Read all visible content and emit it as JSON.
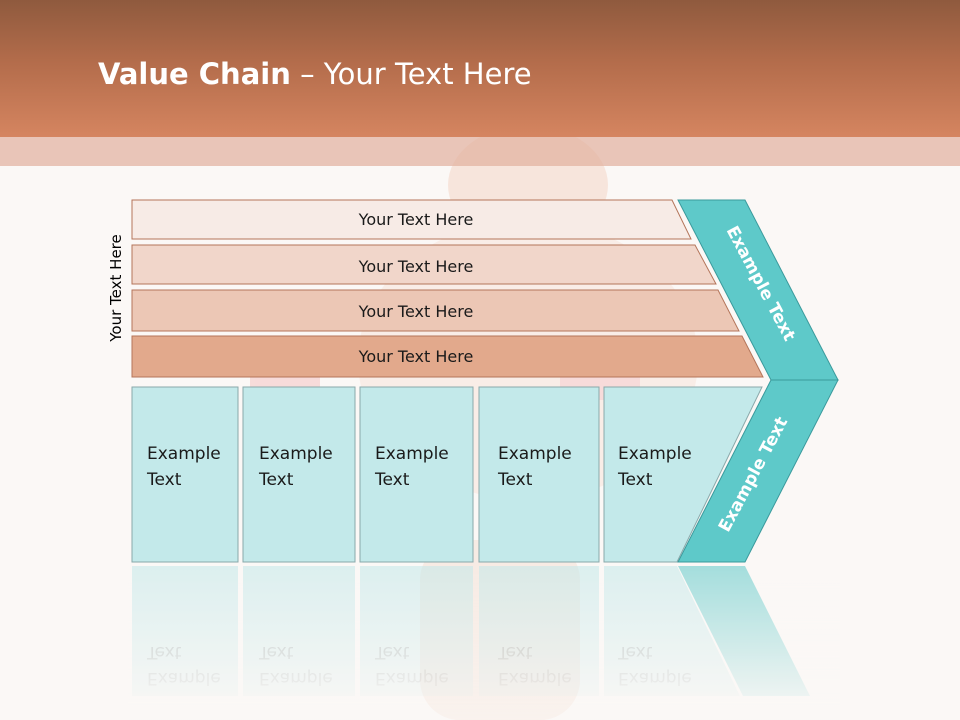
{
  "slide": {
    "title_bold": "Value Chain",
    "title_rest": "– Your Text Here",
    "side_label": "Your Text Here",
    "support_bars": [
      {
        "label": "Your Text Here",
        "color": "#f7ebe6"
      },
      {
        "label": "Your Text Here",
        "color": "#f1d6ca"
      },
      {
        "label": "Your Text Here",
        "color": "#ecc7b5"
      },
      {
        "label": "Your Text Here",
        "color": "#e2a98c"
      }
    ],
    "primary_boxes": [
      {
        "line1": "Example",
        "line2": "Text"
      },
      {
        "line1": "Example",
        "line2": "Text"
      },
      {
        "line1": "Example",
        "line2": "Text"
      },
      {
        "line1": "Example",
        "line2": "Text"
      },
      {
        "line1": "Example",
        "line2": "Text"
      }
    ],
    "chevron_upper": "Example Text",
    "chevron_lower": "Example Text",
    "colors": {
      "header": "#c57a55",
      "teal": "#5ec9c9",
      "teal_light": "#c3e9ea",
      "bar_stroke": "#b4755a"
    }
  }
}
